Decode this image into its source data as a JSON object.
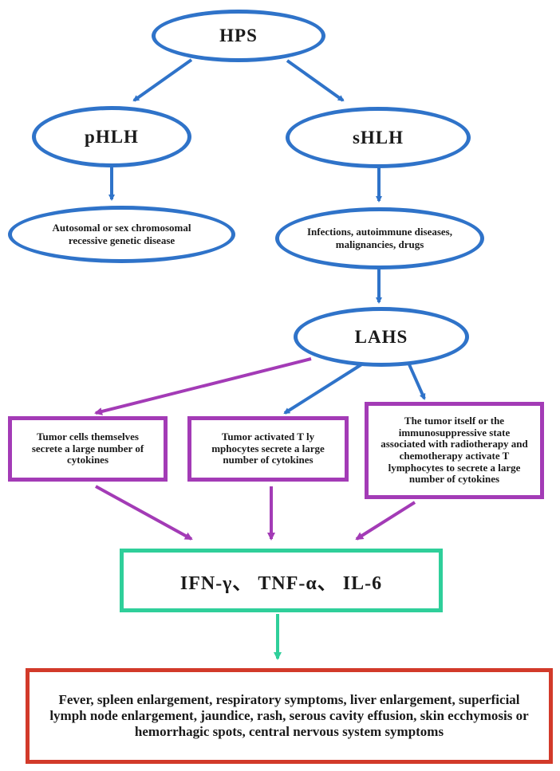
{
  "diagram": {
    "nodes": {
      "hps": "HPS",
      "phlh": "pHLH",
      "shlh": "sHLH",
      "phlh_cause": "Autosomal or sex chromosomal recessive genetic disease",
      "shlh_cause": "Infections, autoimmune diseases, malignancies, drugs",
      "lahs": "LAHS",
      "mech1": "Tumor cells themselves secrete a large number of cytokines",
      "mech2": "Tumor activated T ly mphocytes secrete a large number of cytokines",
      "mech3": "The tumor itself or the immunosuppressive state associated with radiotherapy and chemotherapy activate T lymphocytes to secrete a large number of cytokines",
      "cytokines": "IFN-γ、 TNF-α、 IL-6",
      "symptoms": "Fever, spleen enlargement, respiratory symptoms, liver enlargement, superficial lymph node enlargement, jaundice, rash, serous cavity effusion, skin ecchymosis or hemorrhagic spots, central nervous system symptoms"
    },
    "colors": {
      "ellipse_border": "#2f73c9",
      "blue_arrow": "#2f73c9",
      "purple": "#a33bb6",
      "green": "#2fcf9a",
      "red": "#d23a2a"
    }
  }
}
